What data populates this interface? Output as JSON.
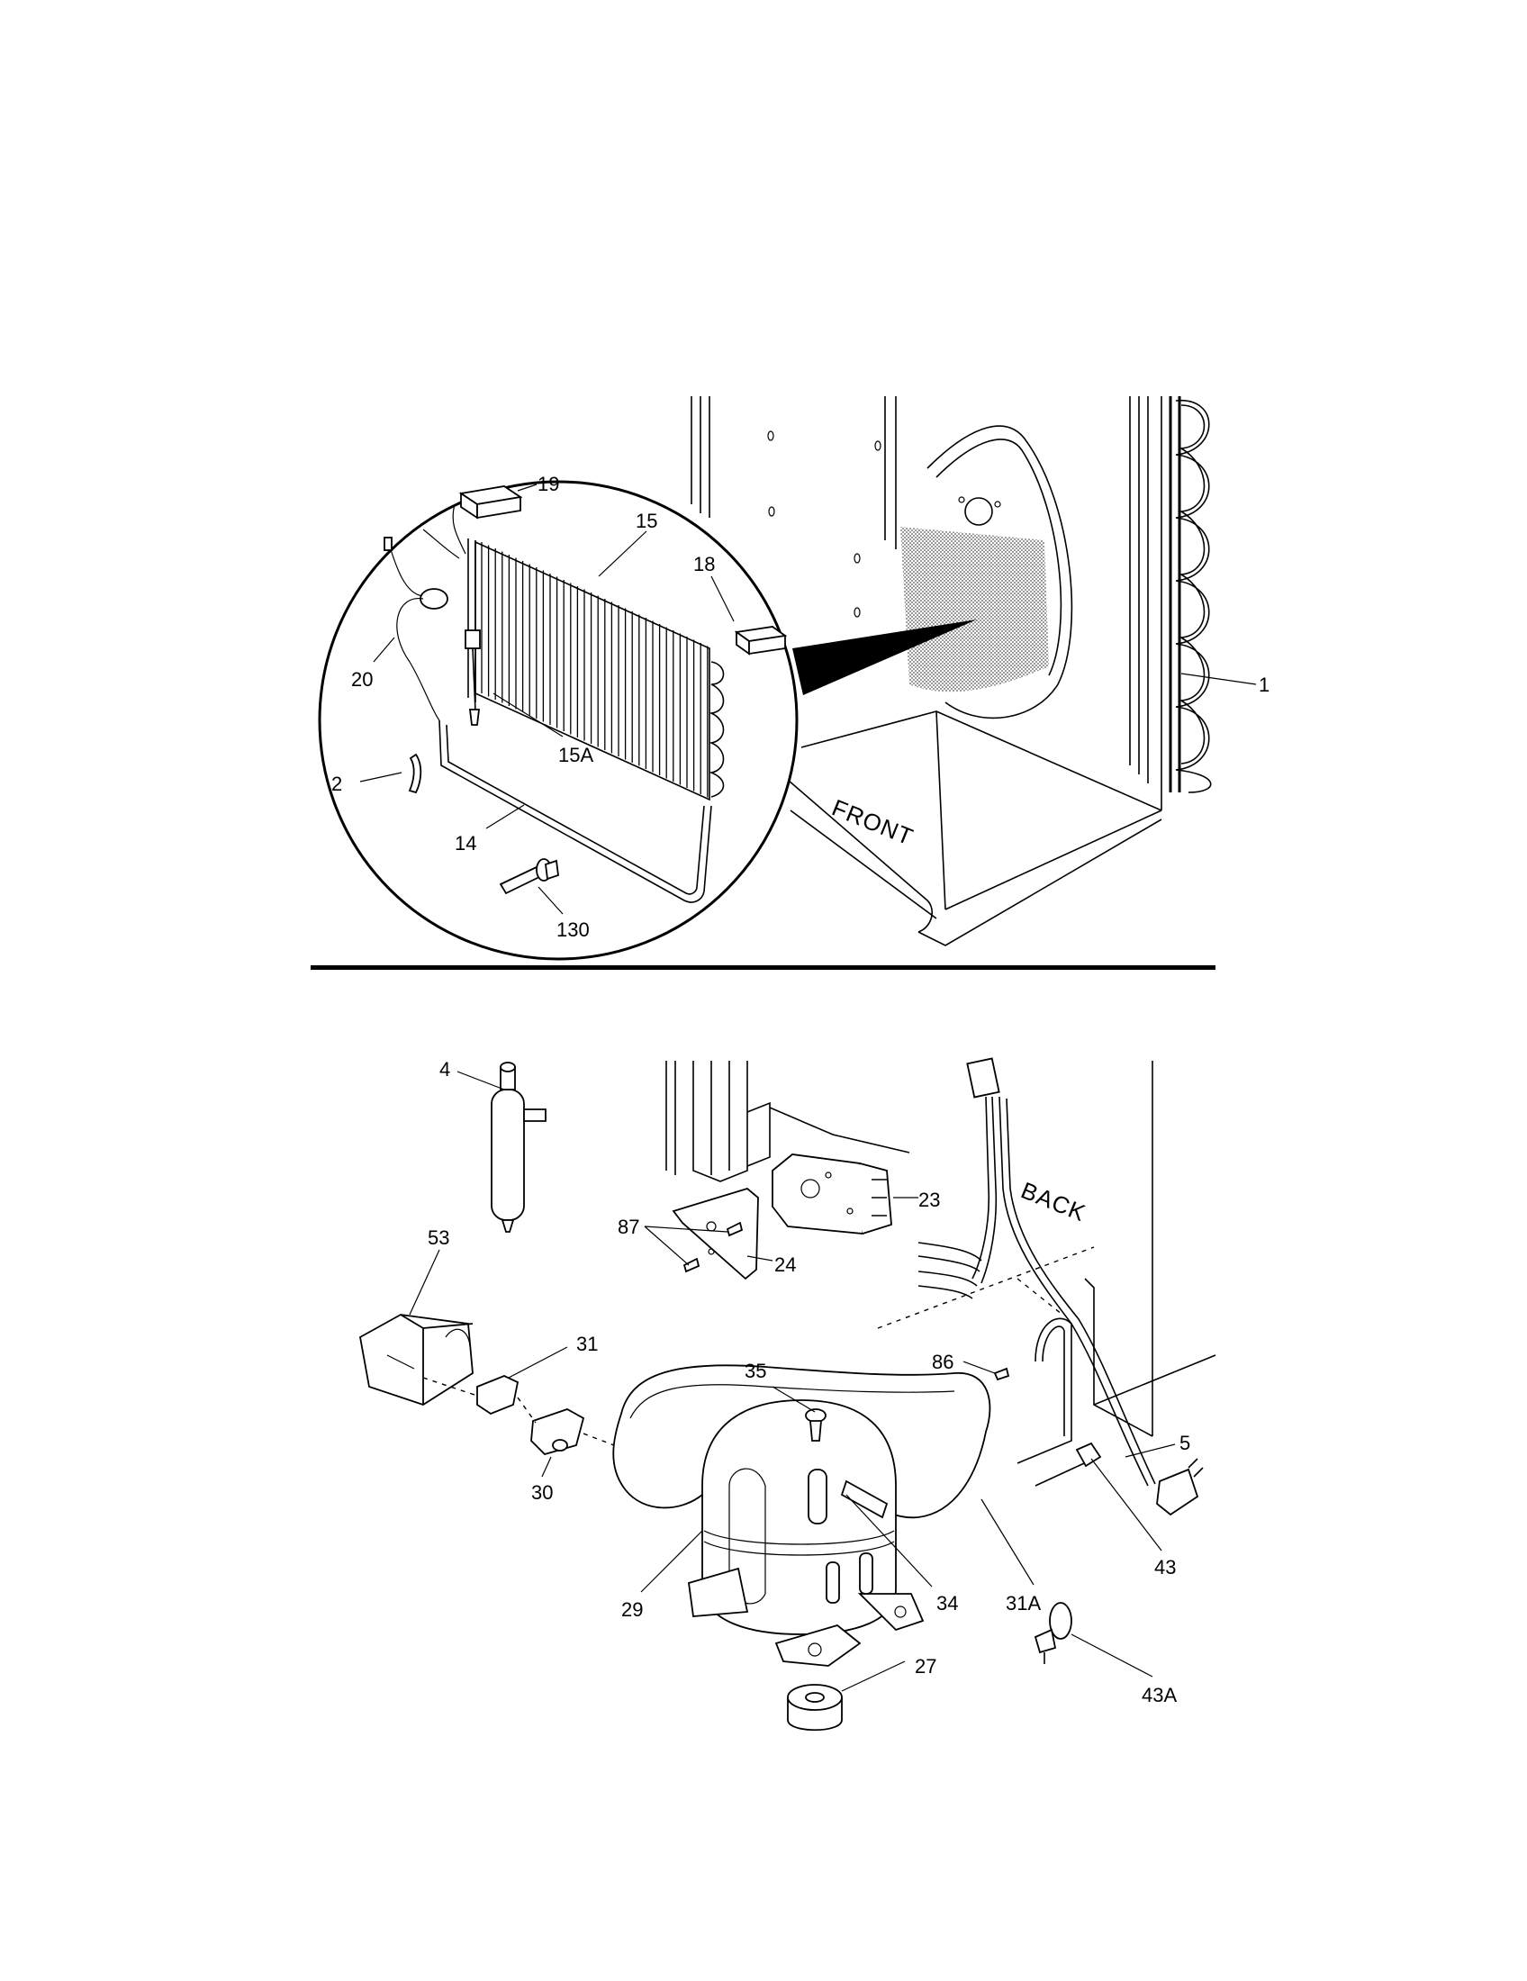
{
  "labels": {
    "l19": "19",
    "l15": "15",
    "l18": "18",
    "l20": "20",
    "l15a": "15A",
    "l2": "2",
    "l14": "14",
    "l130": "130",
    "l1": "1",
    "l4": "4",
    "l23": "23",
    "l87": "87",
    "l24": "24",
    "l53": "53",
    "l31": "31",
    "l35": "35",
    "l86": "86",
    "l5": "5",
    "l30": "30",
    "l29": "29",
    "l34": "34",
    "l31a": "31A",
    "l43": "43",
    "l27": "27",
    "l43a": "43A"
  },
  "words": {
    "front": "FRONT",
    "back": "BACK"
  },
  "colors": {
    "ink": "#000000",
    "paper": "#ffffff",
    "shade": "#bdbdbd"
  }
}
